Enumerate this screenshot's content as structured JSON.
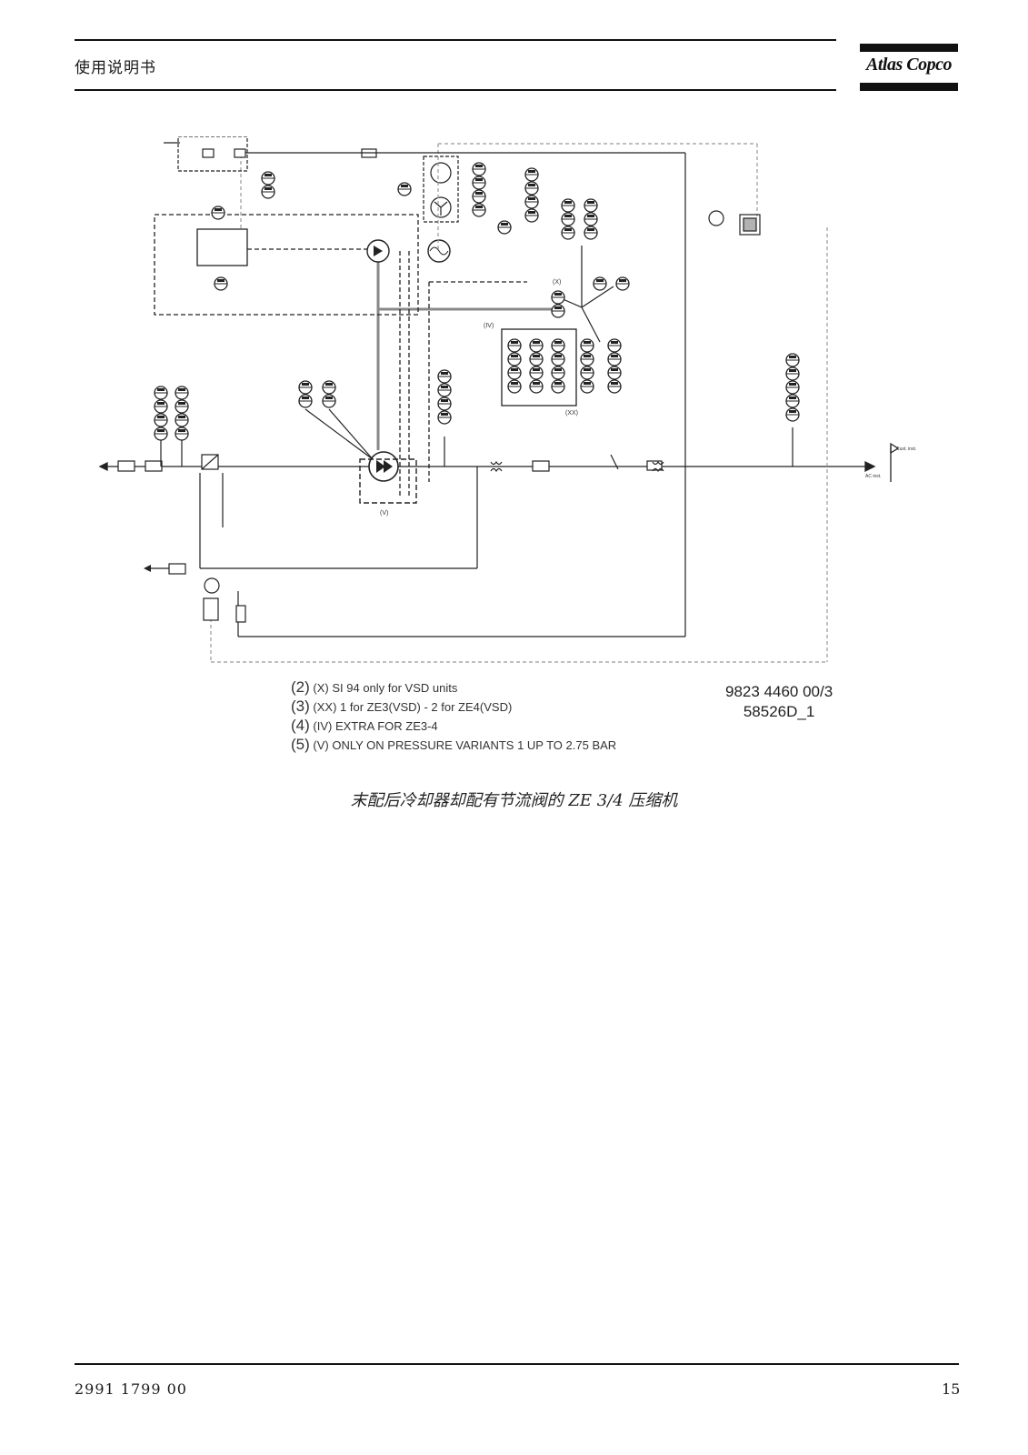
{
  "header": {
    "title": "使用说明书",
    "logo_text": "Atlas Copco"
  },
  "diagram": {
    "labels": {
      "cust_inst": "Cust. inst.",
      "ac_inst": "AC inst.",
      "x": "(X)",
      "xx": "(XX)",
      "iv": "(IV)",
      "v": "(V)"
    },
    "notes": [
      {
        "num": "(2)",
        "text": "(X)  SI 94 only for VSD units"
      },
      {
        "num": "(3)",
        "text": "(XX)  1 for ZE3(VSD) - 2 for ZE4(VSD)"
      },
      {
        "num": "(4)",
        "text": "(IV) EXTRA FOR ZE3-4"
      },
      {
        "num": "(5)",
        "text": "(V)    ONLY ON PRESSURE VARIANTS 1 UP TO 2.75 BAR"
      }
    ],
    "drawing_number": "9823 4460 00/3",
    "drawing_ref": "58526D_1"
  },
  "caption": "末配后冷却器却配有节流阀的 ZE 3/4 压缩机",
  "footer": {
    "doc_number": "2991 1799 00",
    "page_number": "15"
  }
}
